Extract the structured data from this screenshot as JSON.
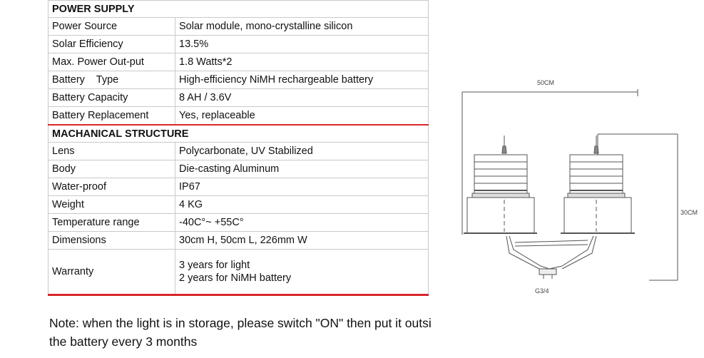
{
  "power_supply": {
    "heading": "POWER SUPPLY",
    "rows": [
      {
        "label": "Power Source",
        "value": "Solar module, mono-crystalline silicon"
      },
      {
        "label": "Solar Efficiency",
        "value": "13.5%"
      },
      {
        "label": "Max. Power Out-put",
        "value": "1.8 Watts*2"
      },
      {
        "label": "Battery    Type",
        "value": "High-efficiency NiMH rechargeable battery"
      },
      {
        "label": "Battery Capacity",
        "value": "8 AH / 3.6V"
      },
      {
        "label": "Battery Replacement",
        "value": "Yes, replaceable"
      }
    ]
  },
  "mechanical": {
    "heading": "MACHANICAL STRUCTURE",
    "rows": [
      {
        "label": "Lens",
        "value": "Polycarbonate, UV Stabilized"
      },
      {
        "label": "Body",
        "value": "Die-casting Aluminum"
      },
      {
        "label": "Water-proof",
        "value": "IP67"
      },
      {
        "label": "Weight",
        "value": "4 KG"
      },
      {
        "label": "Temperature range",
        "value": "-40C°~ +55C°"
      },
      {
        "label": "Dimensions",
        "value": "30cm H,  50cm L, 226mm W"
      }
    ],
    "warranty": {
      "label": "Warranty",
      "line1": "3 years for light",
      "line2": "2 years for NiMH battery"
    }
  },
  "note": {
    "line1": "Note: when the light is in storage, please switch \"ON\" then put it outsi",
    "line2": "the battery every 3 months"
  },
  "diagram": {
    "width_label": "50CM",
    "height_label": "30CM",
    "thread_label": "G3/4"
  },
  "colors": {
    "accent_red": "#d9262c",
    "border_gray": "#c9c9c9"
  }
}
